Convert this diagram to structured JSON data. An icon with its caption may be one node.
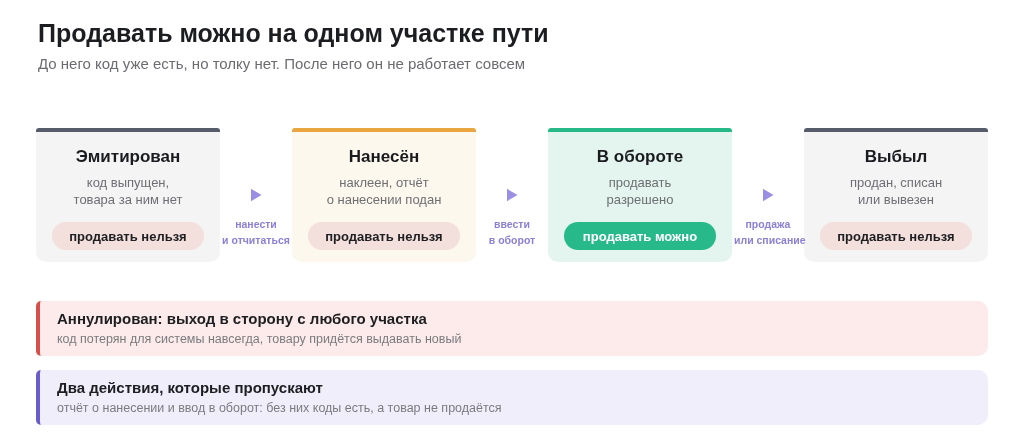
{
  "diagram": {
    "title": "Продавать можно на одном участке пути",
    "nodes": [
      {
        "text": [
          "Эмитирован",
          "код выпущен, товара за ним нет"
        ]
      },
      {
        "text": [
          "продавать нельзя"
        ],
        "in": 0
      },
      {
        "text": [
          "Нанесён",
          "наклеен, отчёт о нанесении подан"
        ]
      },
      {
        "text": [
          "продавать нельзя"
        ],
        "in": 2
      },
      {
        "text": [
          "В обороте",
          "продавать разрешено"
        ]
      },
      {
        "text": [
          "продавать можно"
        ],
        "in": 4
      },
      {
        "text": [
          "Выбыл",
          "продан, списан или вывезен"
        ]
      },
      {
        "text": [
          "продавать нельзя"
        ],
        "in": 6
      },
      {
        "text": [
          "Аннулирован: выход в сторону с любого участка",
          "код потерян для системы навсегда, товару придётся выдавать новый"
        ]
      },
      {
        "text": [
          "Два действия, которые пропускают",
          "отчёт о нанесении и ввод в оборот: без них коды есть, а товар не продаётся"
        ]
      }
    ],
    "edges": [
      {
        "from": 0,
        "to": 2,
        "arrow": "to",
        "label": "нанести и отчитаться"
      },
      {
        "from": 2,
        "to": 4,
        "arrow": "to",
        "label": "ввести в оборот"
      },
      {
        "from": 4,
        "to": 6,
        "arrow": "to",
        "label": "продажа или списание"
      }
    ],
    "labels": [
      "До него код уже есть, но толку нет. После него он не работает совсем"
    ]
  }
}
